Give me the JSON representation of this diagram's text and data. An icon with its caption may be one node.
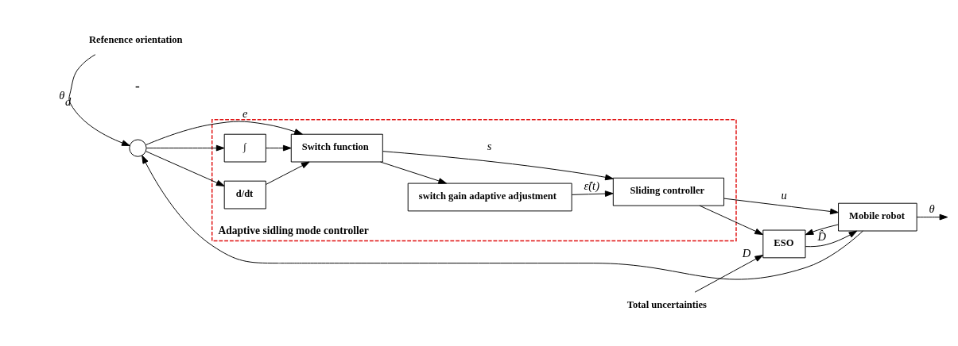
{
  "diagram": {
    "nodes": [
      {
        "text": [
          "Adaptive sidling mode controller"
        ]
      },
      {
        "text": [],
        "shape": "circle"
      },
      {
        "text": [
          "∫"
        ],
        "in": 0
      },
      {
        "text": [
          "d/dt"
        ],
        "in": 0
      },
      {
        "text": [
          "Switch function"
        ],
        "in": 0
      },
      {
        "text": [
          "switch gain adaptive adjustment"
        ],
        "in": 0
      },
      {
        "text": [
          "Sliding controller"
        ],
        "in": 0
      },
      {
        "text": [
          "ESO"
        ]
      },
      {
        "text": [
          "Mobile robot"
        ]
      },
      {
        "text": [
          "Refenence orientation"
        ]
      },
      {
        "text": [
          "Total uncertainties"
        ]
      }
    ],
    "edges": [
      {
        "from": 9,
        "to": 1,
        "arrow": "to",
        "label": "θ$_{d}$"
      },
      {
        "from": 1,
        "to": 2,
        "arrow": "to"
      },
      {
        "from": 1,
        "to": 3,
        "arrow": "to"
      },
      {
        "from": 1,
        "to": 4,
        "arrow": "to",
        "label": "e"
      },
      {
        "from": 2,
        "to": 4,
        "arrow": "to"
      },
      {
        "from": 3,
        "to": 4,
        "arrow": "to"
      },
      {
        "from": 4,
        "to": 5,
        "arrow": "to"
      },
      {
        "from": 4,
        "to": 6,
        "arrow": "to",
        "label": "s"
      },
      {
        "from": 5,
        "to": 6,
        "arrow": "to",
        "label": "ε̂(t)"
      },
      {
        "from": 6,
        "to": 7,
        "arrow": "to"
      },
      {
        "from": 6,
        "to": 8,
        "arrow": "to",
        "label": "u"
      },
      {
        "from": 10,
        "to": 7,
        "arrow": "to",
        "label": "D"
      },
      {
        "from": 7,
        "to": 8,
        "arrow": "to",
        "label": "D̂"
      },
      {
        "from": 8,
        "to": null,
        "arrow": "to",
        "label": "θ"
      },
      {
        "from": 8,
        "to": 7,
        "arrow": "to"
      },
      {
        "from": 8,
        "to": 1,
        "arrow": "to"
      }
    ],
    "labels": [
      "-"
    ]
  }
}
